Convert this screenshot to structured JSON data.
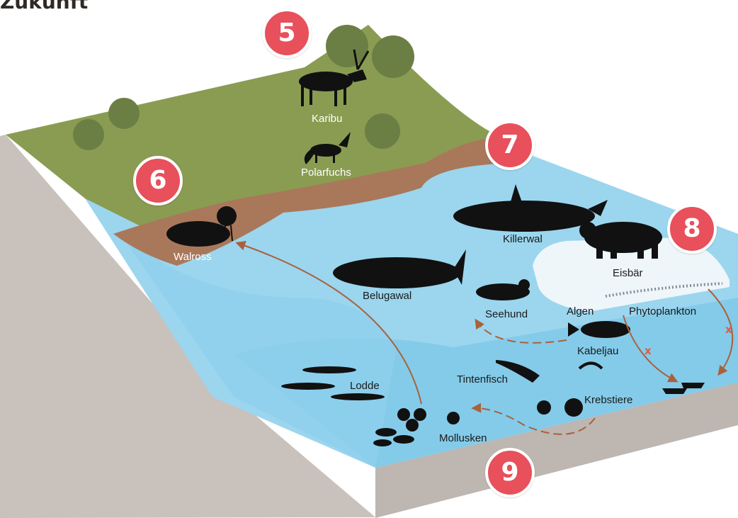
{
  "title": "Zukunft",
  "colors": {
    "land": "#8a9c52",
    "shore": "#a9785a",
    "water": "#9bd6ee",
    "deep_water": "#84cbe9",
    "rock": "#c9c1bb",
    "badge": "#e8505b",
    "arrow": "#a9613d",
    "silhouette": "#111111"
  },
  "badges": [
    {
      "id": "5",
      "label": "5"
    },
    {
      "id": "6",
      "label": "6"
    },
    {
      "id": "7",
      "label": "7"
    },
    {
      "id": "8",
      "label": "8"
    },
    {
      "id": "9",
      "label": "9"
    }
  ],
  "labels": {
    "karibu": "Karibu",
    "polarfuchs": "Polarfuchs",
    "walross": "Walross",
    "killerwal": "Killerwal",
    "belugawal": "Belugawal",
    "eisbaer": "Eisbär",
    "seehund": "Seehund",
    "algen": "Algen",
    "phytoplankton": "Phytoplankton",
    "kabeljau": "Kabeljau",
    "tintenfisch": "Tintenfisch",
    "lodde": "Lodde",
    "krebstiere": "Krebstiere",
    "mollusken": "Mollusken"
  },
  "broken_link_mark": "x"
}
